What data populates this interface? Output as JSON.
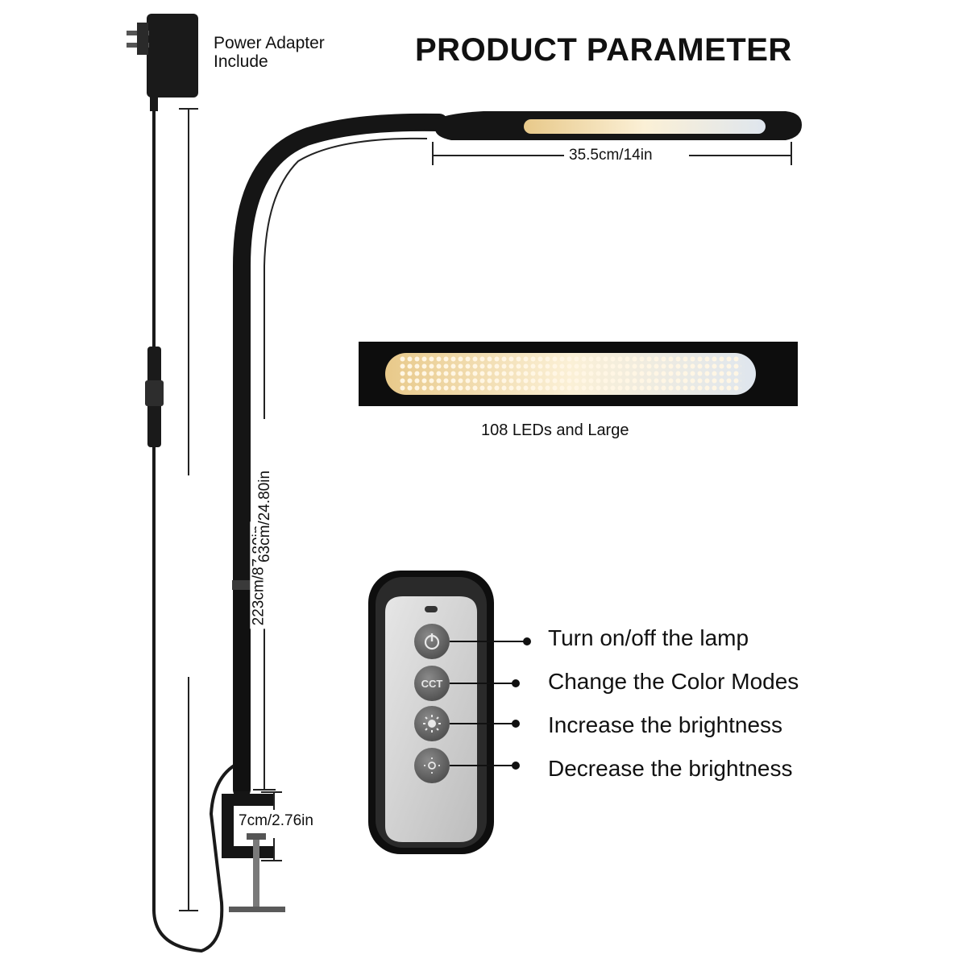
{
  "title": "PRODUCT PARAMETER",
  "adapter": {
    "line1": "Power Adapter",
    "line2": "Include"
  },
  "dimensions": {
    "head_length": "35.5cm/14in",
    "arm_length": "63cm/24.80in",
    "total_height": "223cm/87.80in",
    "clamp_opening": "7cm/2.76in"
  },
  "led_panel": {
    "caption": "108 LEDs and Large"
  },
  "remote": {
    "buttons": [
      {
        "label": "Turn on/off the lamp",
        "icon": "power-icon"
      },
      {
        "label": "Change the Color Modes",
        "icon": "cct-icon",
        "icon_text": "CCT"
      },
      {
        "label": "Increase the brightness",
        "icon": "brightness-up-icon"
      },
      {
        "label": "Decrease the brightness",
        "icon": "brightness-down-icon"
      }
    ]
  },
  "colors": {
    "lamp_body": "#141414",
    "led_warm": "#f5e3bc",
    "remote_face": "#d6d6d6",
    "button": "#6f6f6f"
  }
}
